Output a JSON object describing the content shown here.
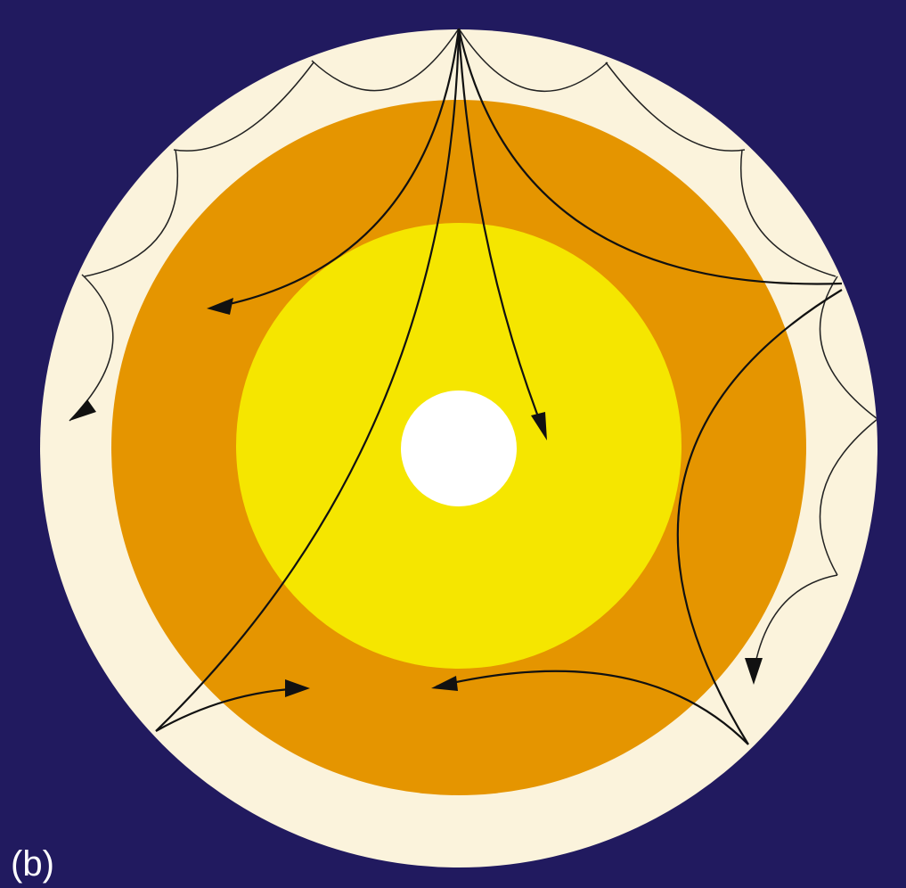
{
  "panel_label": "(b)",
  "colors": {
    "background": "#211a5f",
    "crust_layer": "#fbf3dc",
    "mantle_layer": "#e59500",
    "outer_core": "#f5e600",
    "inner_core": "#ffffff",
    "rays": "#111111"
  },
  "layers": [
    "crust-layer",
    "mantle-layer",
    "outer-core",
    "inner-core"
  ],
  "ray_groups": [
    "multi-bounce-ray",
    "deep-ray",
    "core-ray",
    "mantle-ray"
  ]
}
